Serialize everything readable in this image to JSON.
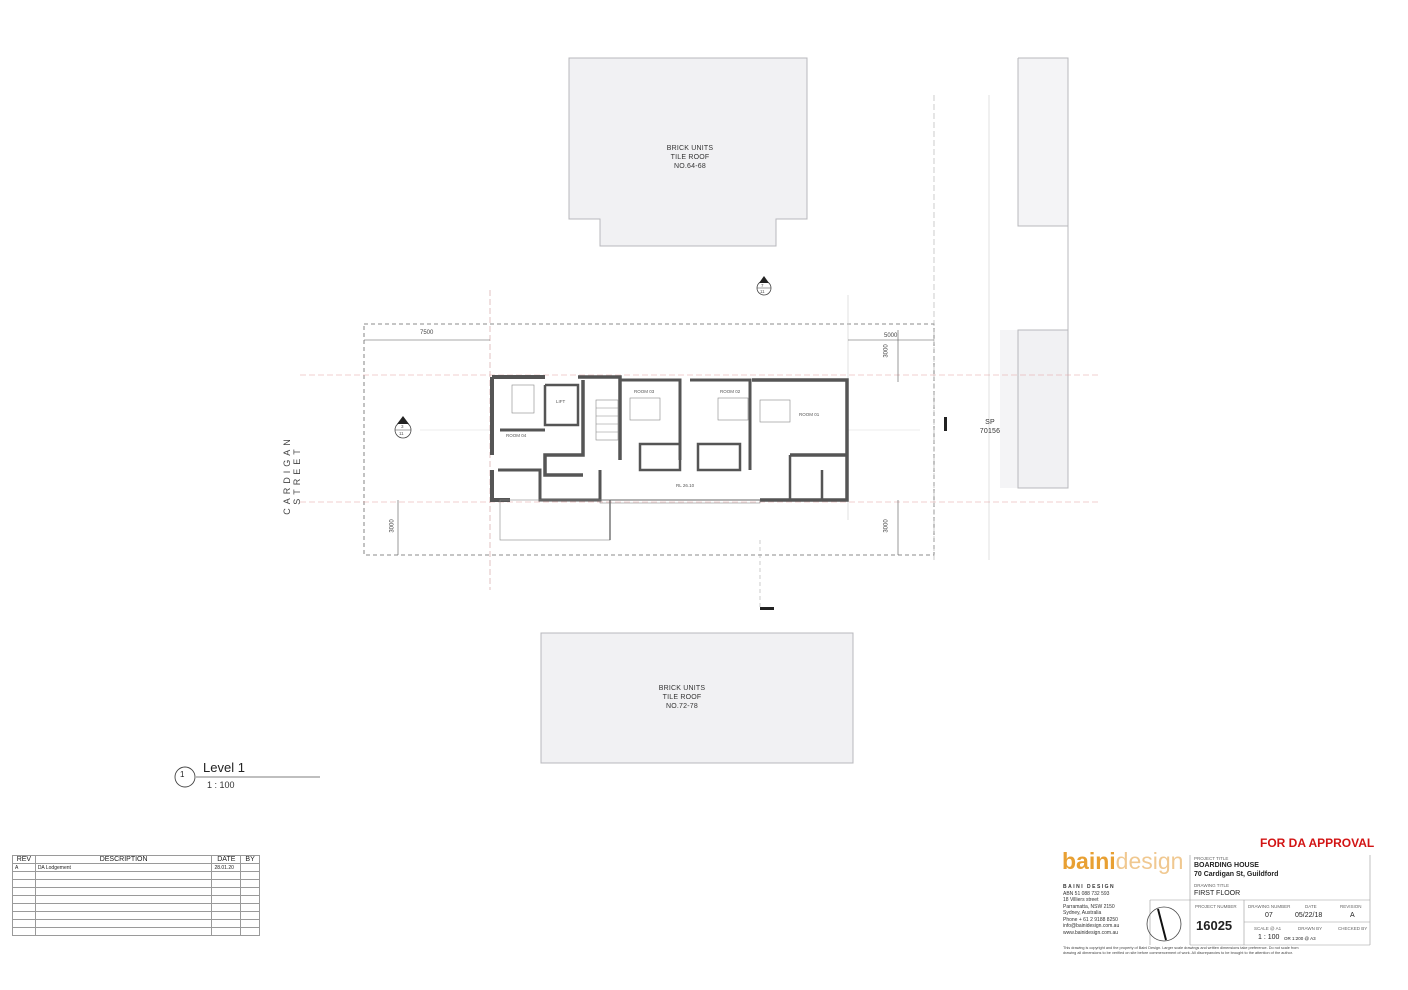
{
  "buildings": {
    "north": {
      "lines": [
        "BRICK UNITS",
        "TILE ROOF",
        "NO.64-68"
      ]
    },
    "south": {
      "lines": [
        "BRICK UNITS",
        "TILE ROOF",
        "NO.72-78"
      ]
    },
    "sp": {
      "lines": [
        "SP",
        "70156"
      ]
    }
  },
  "street": "CARDIGAN STREET",
  "dimensions": {
    "top_left": "7500",
    "top_right": "5000",
    "right_upper": "3000",
    "left_lower": "3000",
    "right_lower": "3000"
  },
  "section_markers": {
    "top": {
      "num": "7",
      "sheet": "11"
    },
    "left": {
      "num": "3",
      "sheet": "11"
    }
  },
  "rooms": {
    "r04": "ROOM 04",
    "r03": "ROOM 03",
    "r02": "ROOM 02",
    "r01": "ROOM 01",
    "lift": "LIFT",
    "level": "RL 26.10"
  },
  "view": {
    "number": "1",
    "title": "Level 1",
    "scale": "1 : 100"
  },
  "revisions": {
    "headers": [
      "REV",
      "DESCRIPTION",
      "DATE",
      "BY"
    ],
    "rows": [
      [
        "A",
        "DA Lodgement",
        "28.01.20",
        ""
      ]
    ]
  },
  "title_block": {
    "status": "FOR DA APPROVAL",
    "logo_a": "baini",
    "logo_b": "design",
    "company": "BAINI DESIGN",
    "abn": "ABN 51 088 732 593",
    "addr1": "18 Villiers street",
    "addr2": "Parramatta, NSW 2150",
    "addr3": "Sydney, Australia",
    "phone": "Phone + 61 2 9188 8250",
    "email": "info@bainidesign.com.au",
    "web": "www.bainidesign.com.au",
    "project_title_label": "PROJECT TITLE",
    "project_title": "BOARDING HOUSE",
    "project_address": "70 Cardigan St, Guildford",
    "drawing_title_label": "DRAWING TITLE",
    "drawing_title": "FIRST FLOOR",
    "project_number_label": "PROJECT NUMBER",
    "project_number": "16025",
    "drawing_number_label": "DRAWING NUMBER",
    "drawing_number": "07",
    "date_label": "DATE",
    "date": "05/22/18",
    "revision_label": "REVISION",
    "revision": "A",
    "scale_label": "SCALE @ A1",
    "scale": "1 : 100",
    "scale_a3": "OR 1:200 @ A3",
    "drawn_label": "DRAWN BY",
    "checked_label": "CHECKED BY",
    "disclaimer1": "This drawing is copyright and the property of Baini Design. Larger scale drawings and written dimensions take preference. Do not scale from",
    "disclaimer2": "drawing all dimensions to be verified on site before commencement of work. All discrepancies to be brought to the attention of the author."
  }
}
